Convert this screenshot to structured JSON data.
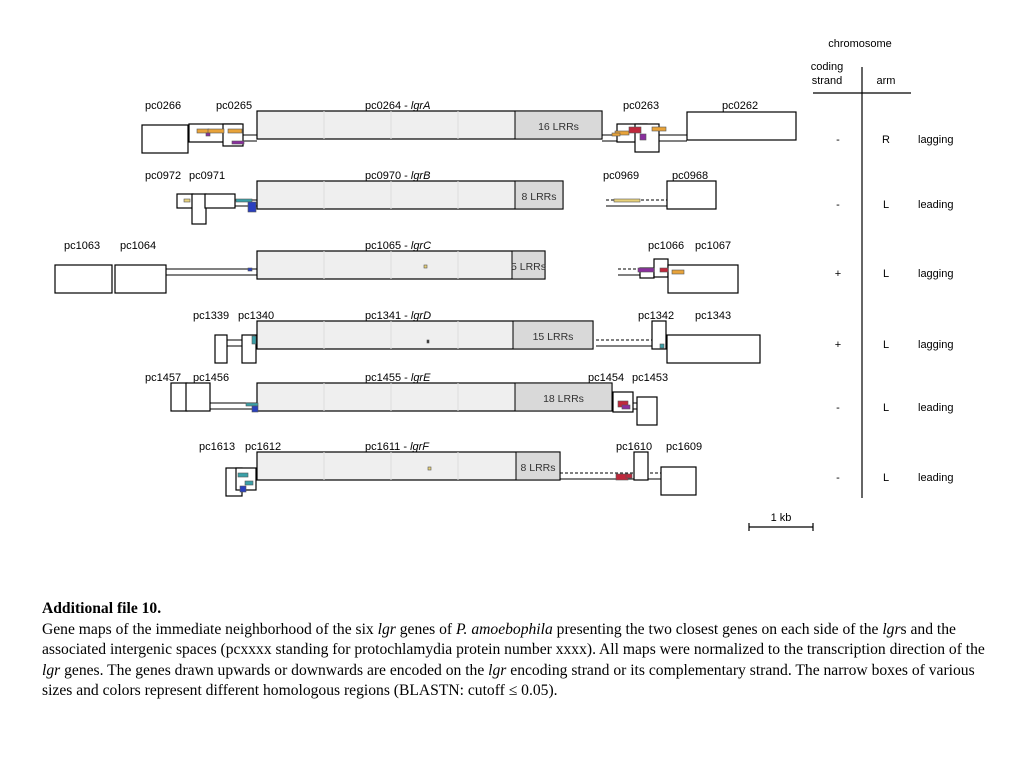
{
  "header": {
    "chromosome": "chromosome",
    "coding_strand": [
      "coding",
      "strand"
    ],
    "arm": "arm"
  },
  "rows": [
    {
      "left_labels": [
        "pc0266",
        "pc0265"
      ],
      "lgr_prefix": "pc0264 - ",
      "lgr_name": "lgrA",
      "lrr_label": "16 LRRs",
      "right_labels": [
        "pc0263",
        "pc0262"
      ],
      "strand": "-",
      "arm": "R",
      "direction": "lagging"
    },
    {
      "left_labels": [
        "pc0972",
        "pc0971"
      ],
      "lgr_prefix": "pc0970 - ",
      "lgr_name": "lgrB",
      "lrr_label": "8 LRRs",
      "right_labels": [
        "pc0969",
        "pc0968"
      ],
      "strand": "-",
      "arm": "L",
      "direction": "leading"
    },
    {
      "left_labels": [
        "pc1063",
        "pc1064"
      ],
      "lgr_prefix": "pc1065 - ",
      "lgr_name": "lgrC",
      "lrr_label": "5 LRRs",
      "right_labels": [
        "pc1066",
        "pc1067"
      ],
      "strand": "+",
      "arm": "L",
      "direction": "lagging"
    },
    {
      "left_labels": [
        "pc1339",
        "pc1340"
      ],
      "lgr_prefix": "pc1341 - ",
      "lgr_name": "lgrD",
      "lrr_label": "15 LRRs",
      "right_labels": [
        "pc1342",
        "pc1343"
      ],
      "strand": "+",
      "arm": "L",
      "direction": "lagging"
    },
    {
      "left_labels": [
        "pc1457",
        "pc1456"
      ],
      "lgr_prefix": "pc1455 - ",
      "lgr_name": "lgrE",
      "lrr_label": "18 LRRs",
      "right_labels": [
        "pc1454",
        "pc1453"
      ],
      "strand": "-",
      "arm": "L",
      "direction": "leading"
    },
    {
      "left_labels": [
        "pc1613",
        "pc1612"
      ],
      "lgr_prefix": "pc1611 - ",
      "lgr_name": "lgrF",
      "lrr_label": "8 LRRs",
      "right_labels": [
        "pc1610",
        "pc1609"
      ],
      "strand": "-",
      "arm": "L",
      "direction": "leading"
    }
  ],
  "scale_bar": {
    "label": "1 kb",
    "length_kb": 1
  },
  "caption": {
    "title": "Additional file 10.",
    "segments": [
      {
        "text": "Gene maps of the immediate neighborhood of the six ",
        "italic": false
      },
      {
        "text": "lgr",
        "italic": true
      },
      {
        "text": " genes of ",
        "italic": false
      },
      {
        "text": "P. amoebophila",
        "italic": true
      },
      {
        "text": " presenting the two closest genes on each side of the ",
        "italic": false
      },
      {
        "text": "lgr",
        "italic": true
      },
      {
        "text": "s and the associated intergenic spaces (pcxxxx standing for protochlamydia protein number xxxx). All maps were normalized to the transcription direction of the ",
        "italic": false
      },
      {
        "text": "lgr",
        "italic": true
      },
      {
        "text": " genes. The genes drawn upwards or downwards are encoded on the ",
        "italic": false
      },
      {
        "text": "lgr",
        "italic": true
      },
      {
        "text": " encoding strand or its complementary strand. The narrow boxes of various sizes and colors represent different homologous regions (BLASTN: cutoff ≤ 0.05).",
        "italic": false
      }
    ]
  },
  "colors": {
    "lgr_fill": "#efefef",
    "lrr_fill": "#d9d9d9",
    "homology_orange": "#e8a33a",
    "homology_purple": "#8a2f9e",
    "homology_blue": "#2a3fbf",
    "homology_teal": "#3aa0a8",
    "homology_red": "#c0283c",
    "homology_yellow": "#e8d27a"
  }
}
